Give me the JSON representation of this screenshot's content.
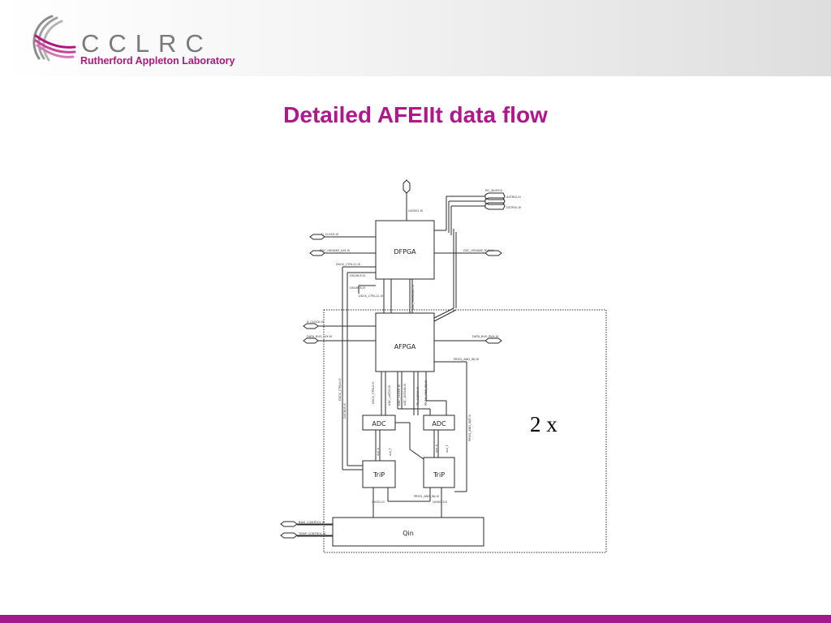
{
  "header": {
    "logo_name": "CCLRC",
    "logo_subtitle": "Rutherford Appleton Laboratory",
    "brand_color": "#b0187f"
  },
  "slide": {
    "title": "Detailed AFEIIt data flow",
    "multiplier": "2 x"
  },
  "diagram": {
    "blocks": {
      "dfpga": "DFPGA",
      "afpga": "AFPGA",
      "adc_left": "ADC",
      "adc_right": "ADC",
      "trip_left": "TriP",
      "trip_right": "TriP",
      "qin": "Qin"
    },
    "signals": {
      "lvds_in": "LVDS01.I0",
      "pic_busy": "PIC_BUSY.I0",
      "astrig": "ASTRIG.I0",
      "dstrig": "DSTRIG.I0",
      "d_clock": "D_CLOCK.I0",
      "dsc_hshake_in": "DSC_HSHAKE_LVX.I0",
      "dsc_hshake_out": "DSC_HSHAKE_RVX.I0",
      "dsck_ctrl_a": "DSCK_CTRL12.I0",
      "dsc_bus_a": "DSCBUS.I0",
      "dsc_bus_b": "DSCBUS.I0",
      "dsck_ctrl_b": "DSCK_CTRL12.I0",
      "dsc_hshake_v": "DSC_HSHAKE0.I0",
      "a_clock": "A_CLOCK.I0",
      "data_bus_in": "DATA_BUS_LVX.I0",
      "data_bus_out": "DATA_BUS_RVX.I0",
      "prog_and_inj": "PROG_AND_INJ.I0",
      "dsck_ctrl_c": "DSCK_CTRL0.I0",
      "dsck_ctrl_d": "DSCK_CTRL0.I0",
      "dsc_bus_c": "DSCBUS.I0",
      "adc_latch": "ADC_LATCH.I0",
      "adc_clock": "ADC_CLOCK.I0",
      "adc_datain": "ADC_DATAIN.I0",
      "tc_clock": "TC_CLOCK.I0",
      "prog_and_inj_b": "PROG_AND_INJ.I0",
      "out_a_l": "out_A",
      "out_t_l": "out_T",
      "out_a_r": "out_A",
      "out_t_r": "out_T",
      "prog_and_inj_c": "PROG_AND_INJT.I0",
      "qhi_left": "QHI31.I0",
      "qhi_right": "QHI63.32I",
      "bias_control": "BIAS_CONTROL.I0",
      "temp_control": "TEMP_CONTROL.I0"
    }
  }
}
